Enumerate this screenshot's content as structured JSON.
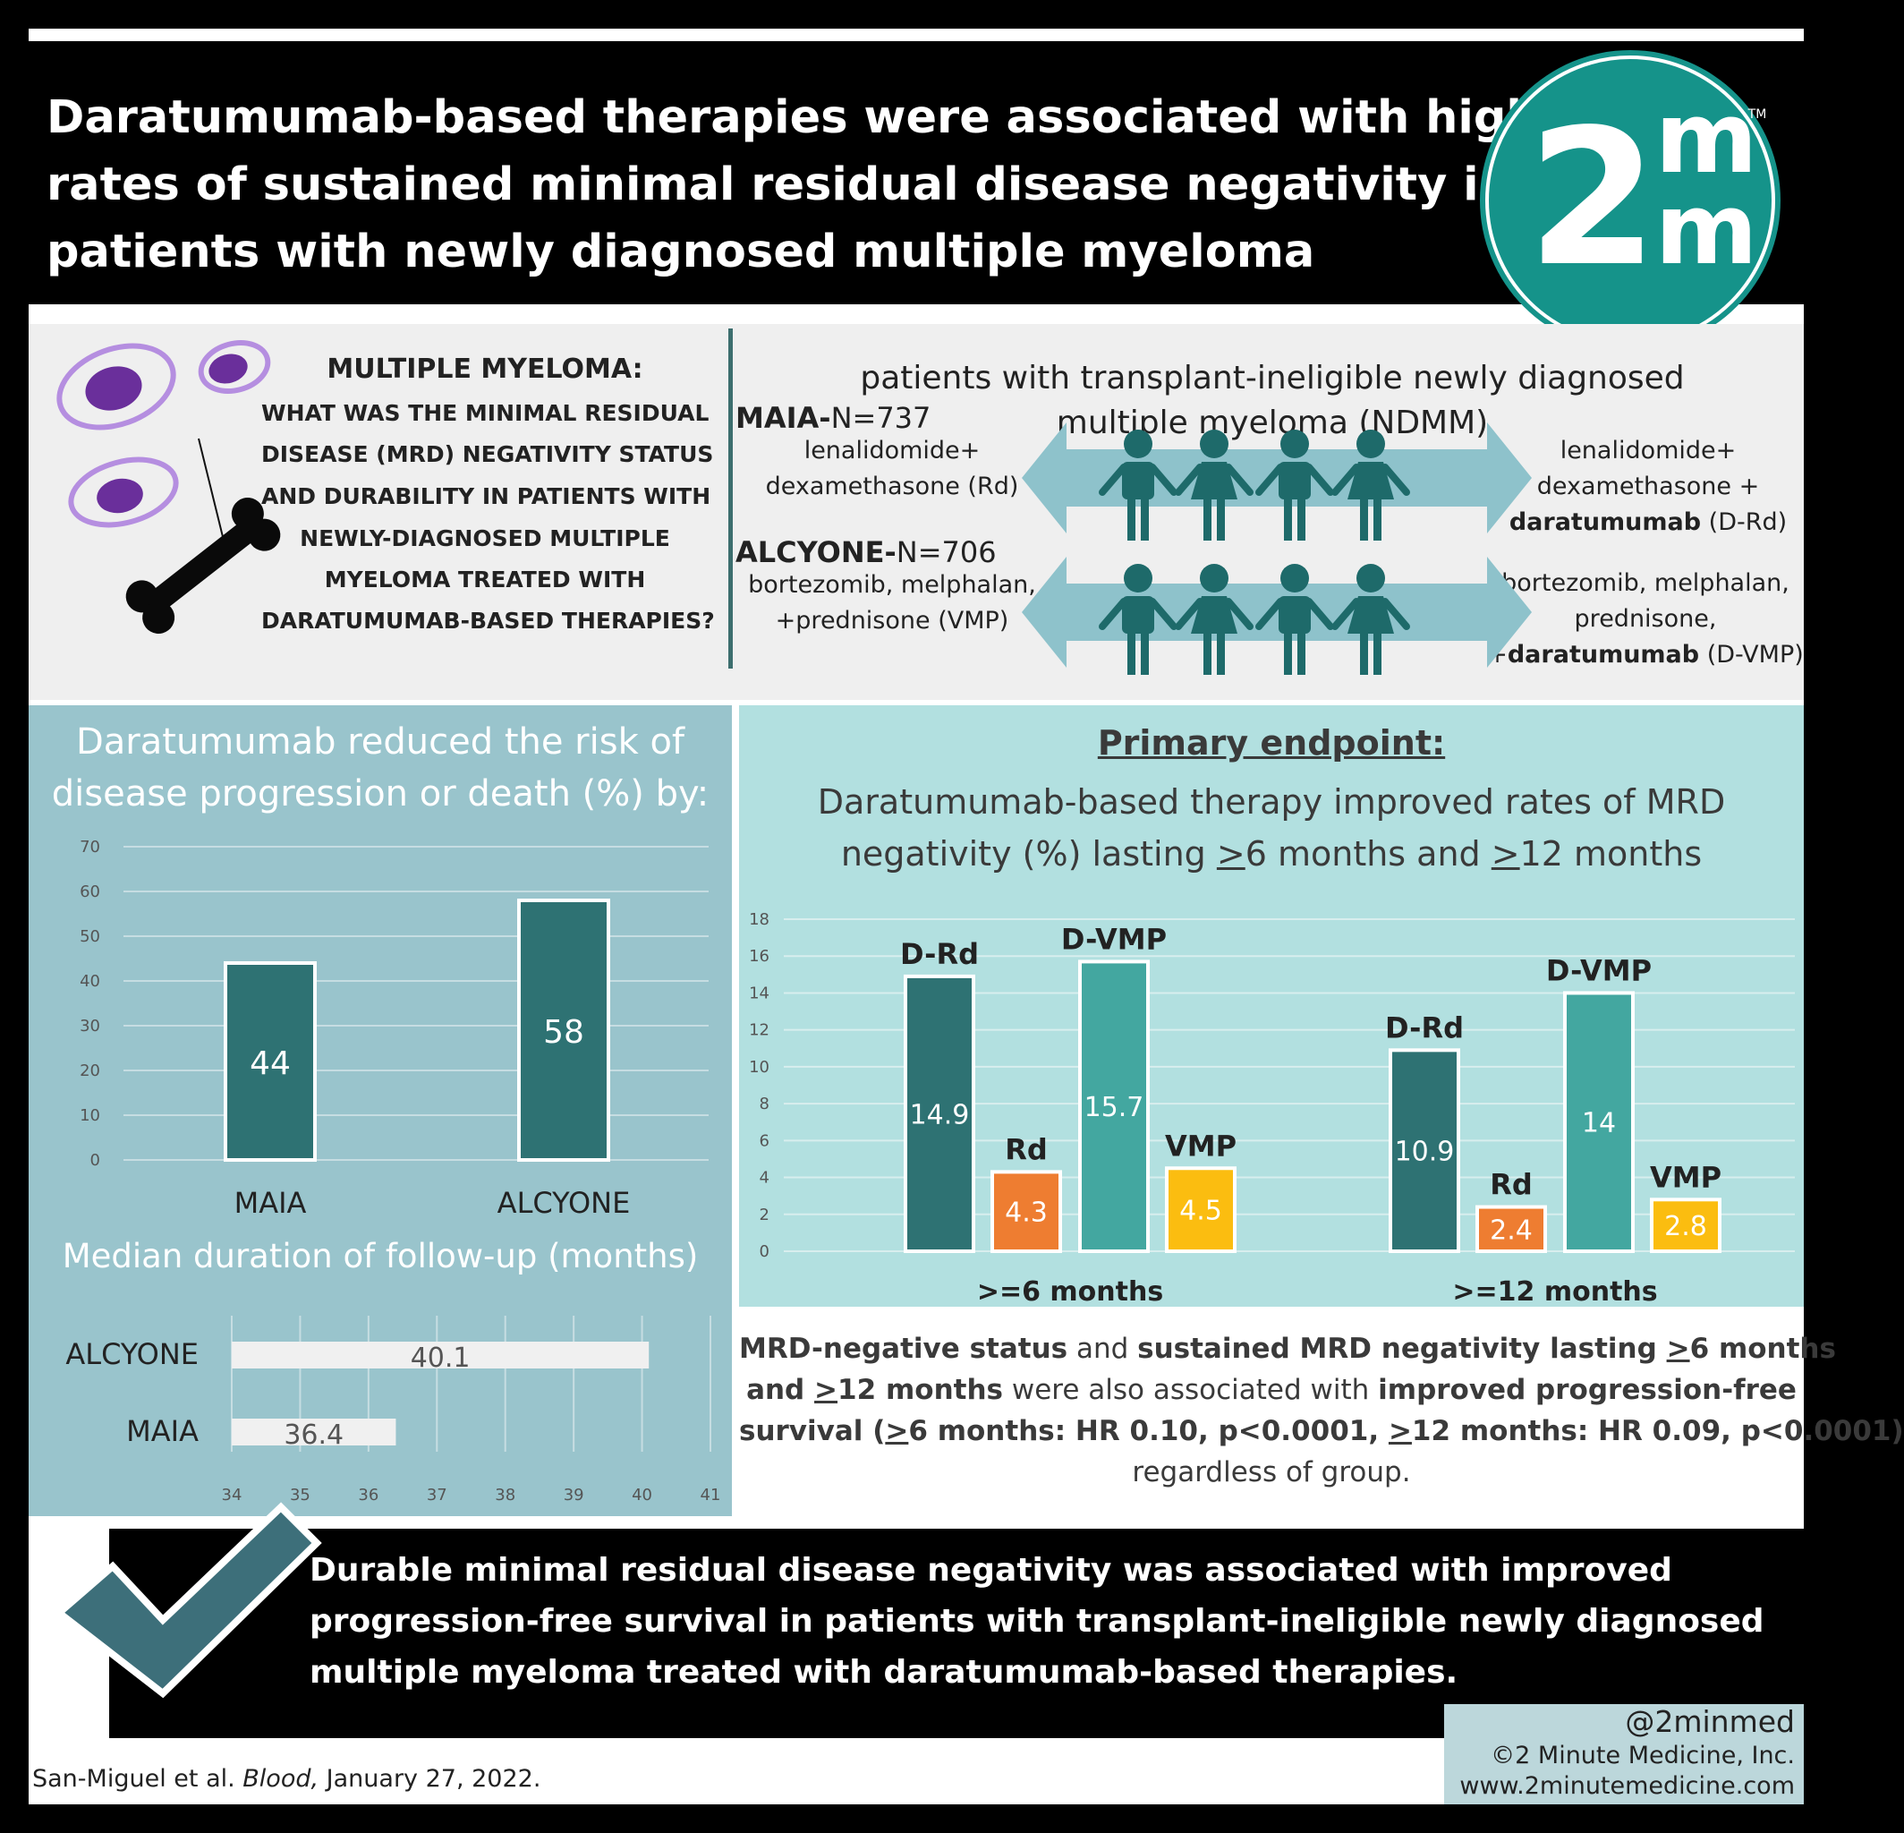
{
  "title": {
    "lines": [
      "Daratumumab-based therapies were associated with higher",
      "rates of sustained minimal residual disease negativity in",
      "patients with newly diagnosed multiple myeloma"
    ]
  },
  "logo": {
    "text_main": "2",
    "text_m1": "m",
    "text_m2": "m",
    "tm": "TM"
  },
  "question": {
    "heading": "MULTIPLE MYELOMA:",
    "lines": [
      "WHAT WAS THE MINIMAL RESIDUAL",
      "DISEASE (MRD) NEGATIVITY STATUS",
      "AND DURABILITY IN PATIENTS WITH",
      "NEWLY-DIAGNOSED MULTIPLE",
      "MYELOMA TREATED WITH",
      "DARATUMUMAB-BASED THERAPIES?"
    ]
  },
  "population": {
    "title_lines": [
      "patients with transplant-ineligible newly diagnosed",
      "multiple myeloma (NDMM)"
    ],
    "maia": {
      "name": "MAIA-",
      "n": "N=737",
      "control_lines": [
        "lenalidomide+",
        "dexamethasone (Rd)"
      ],
      "treatment_lines": [
        "lenalidomide+",
        "dexamethasone +"
      ],
      "treatment_drug": "daratumumab",
      "treatment_suffix": " (D-Rd)"
    },
    "alcyone": {
      "name": "ALCYONE-",
      "n": "N=706",
      "control_lines": [
        "bortezomib, melphalan,",
        "+prednisone (VMP)"
      ],
      "treatment_lines": [
        "bortezomib, melphalan,",
        "prednisone,"
      ],
      "treatment_prefix": "+",
      "treatment_drug": "daratumumab",
      "treatment_suffix": " (D-VMP)"
    }
  },
  "left_panel": {
    "title_lines": [
      "Daratumumab reduced the risk of",
      "disease progression or death (%) by:"
    ],
    "followup_title": "Median duration of follow-up (months)"
  },
  "right_panel": {
    "heading": "Primary endpoint:",
    "desc_line1": "Daratumumab-based therapy improved rates of MRD",
    "desc_line2_parts": [
      "negativity (%) lasting ",
      ">",
      "6 months and ",
      ">",
      "12 months"
    ]
  },
  "chart_data": [
    {
      "type": "bar",
      "categories": [
        "MAIA",
        "ALCYONE"
      ],
      "values": [
        44,
        58
      ],
      "ylim": [
        0,
        70
      ],
      "yticks": [
        0,
        10,
        20,
        30,
        40,
        50,
        60,
        70
      ],
      "grid": true,
      "colors": {
        "bar": "#2e7273",
        "edge": "#ffffff",
        "grid": "#c6dde2",
        "label": "#ffffff",
        "axis_text": "#555555",
        "category_text": "#222222"
      }
    },
    {
      "type": "bar",
      "orientation": "horizontal",
      "categories": [
        "ALCYONE",
        "MAIA"
      ],
      "values": [
        40.1,
        36.4
      ],
      "xlim": [
        34,
        41
      ],
      "xticks": [
        34,
        35,
        36,
        37,
        38,
        39,
        40,
        41
      ],
      "grid": true,
      "colors": {
        "bar": "#f0f0f0",
        "grid": "#c6dde2",
        "label": "#555555",
        "axis_text": "#555555",
        "category_text": "#222222"
      }
    },
    {
      "type": "bar",
      "categories": [
        ">=6 months",
        ">=12 months"
      ],
      "series": [
        {
          "name": "D-Rd",
          "values": [
            14.9,
            10.9
          ],
          "color": "#2e7273"
        },
        {
          "name": "Rd",
          "values": [
            4.3,
            2.4
          ],
          "color": "#ee7d31"
        },
        {
          "name": "D-VMP",
          "values": [
            15.7,
            14
          ],
          "color": "#43a7a0"
        },
        {
          "name": "VMP",
          "values": [
            4.5,
            2.8
          ],
          "color": "#fbbd10"
        }
      ],
      "ylim": [
        0,
        18
      ],
      "yticks": [
        0,
        2,
        4,
        6,
        8,
        10,
        12,
        14,
        16,
        18
      ],
      "grid": true,
      "colors": {
        "grid": "#d8eeee",
        "edge": "#ffffff",
        "label": "#ffffff",
        "axis_text": "#555555",
        "series_label": "#222222"
      }
    }
  ],
  "mrd_summary": {
    "line1": [
      {
        "t": "MRD-negative status",
        "b": true
      },
      {
        "t": " and ",
        "b": false
      },
      {
        "t": "sustained MRD negativity lasting ",
        "b": true
      },
      {
        "t": ">",
        "b": true,
        "u": true
      },
      {
        "t": "6 months",
        "b": true
      }
    ],
    "line2": [
      {
        "t": "and ",
        "b": true
      },
      {
        "t": ">",
        "b": true,
        "u": true
      },
      {
        "t": "12 months",
        "b": true
      },
      {
        "t": " were also associated with ",
        "b": false
      },
      {
        "t": "improved progression-free",
        "b": true
      }
    ],
    "line3": [
      {
        "t": "survival (",
        "b": true
      },
      {
        "t": ">",
        "b": true,
        "u": true
      },
      {
        "t": "6 months: HR 0.10, p<0.0001, ",
        "b": true
      },
      {
        "t": ">",
        "b": true,
        "u": true
      },
      {
        "t": "12 months: HR 0.09, p<0.0001)",
        "b": true
      }
    ],
    "line4": [
      {
        "t": "regardless of group.",
        "b": false
      }
    ]
  },
  "conclusion": {
    "lines": [
      "Durable minimal residual disease negativity was associated with improved",
      "progression-free survival in patients with transplant-ineligible newly diagnosed",
      "multiple myeloma treated with daratumumab-based therapies."
    ]
  },
  "credits": {
    "handle": "@2minmed",
    "company": "©2 Minute Medicine, Inc.",
    "website": "www.2minutemedicine.com"
  },
  "citation": {
    "authors": "San-Miguel et al. ",
    "journal": "Blood,",
    "date": " January 27, 2022."
  },
  "colors": {
    "teal_dark": "#2e7273",
    "logo_teal": "#15938a",
    "arrow": "#8ec2cb",
    "people": "#1e6a6a",
    "cell_purple": "#6a2f9b",
    "cell_ring": "#b58ee0"
  }
}
